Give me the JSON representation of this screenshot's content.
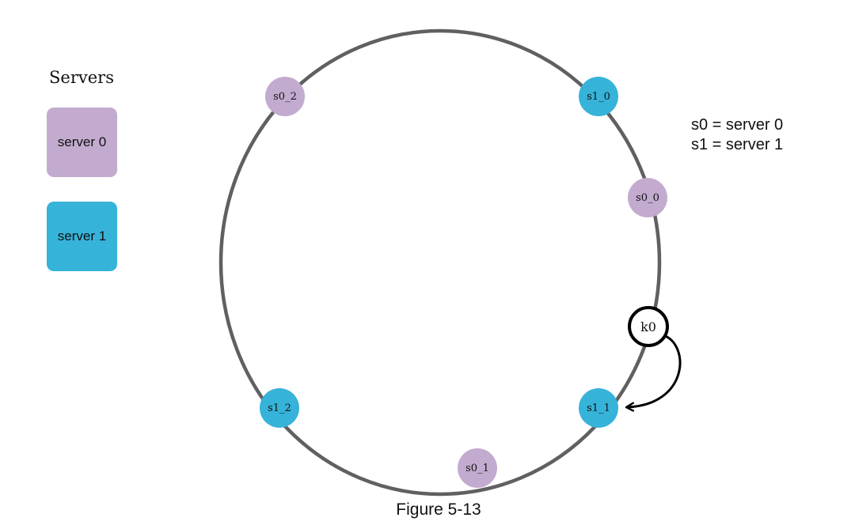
{
  "legend": {
    "title": "Servers",
    "items": [
      {
        "label": "server 0",
        "color": "#c3abd0"
      },
      {
        "label": "server 1",
        "color": "#36b3d9"
      }
    ]
  },
  "notes": [
    "s0 = server 0",
    "s1 = server 1"
  ],
  "ring": {
    "color": "#606060",
    "nodes": [
      {
        "label": "s0_2",
        "server": 0
      },
      {
        "label": "s1_0",
        "server": 1
      },
      {
        "label": "s0_0",
        "server": 0
      },
      {
        "label": "s1_1",
        "server": 1
      },
      {
        "label": "s0_1",
        "server": 0
      },
      {
        "label": "s1_2",
        "server": 1
      }
    ],
    "key": {
      "label": "k0",
      "maps_to": "s1_1"
    }
  },
  "caption": "Figure 5-13"
}
